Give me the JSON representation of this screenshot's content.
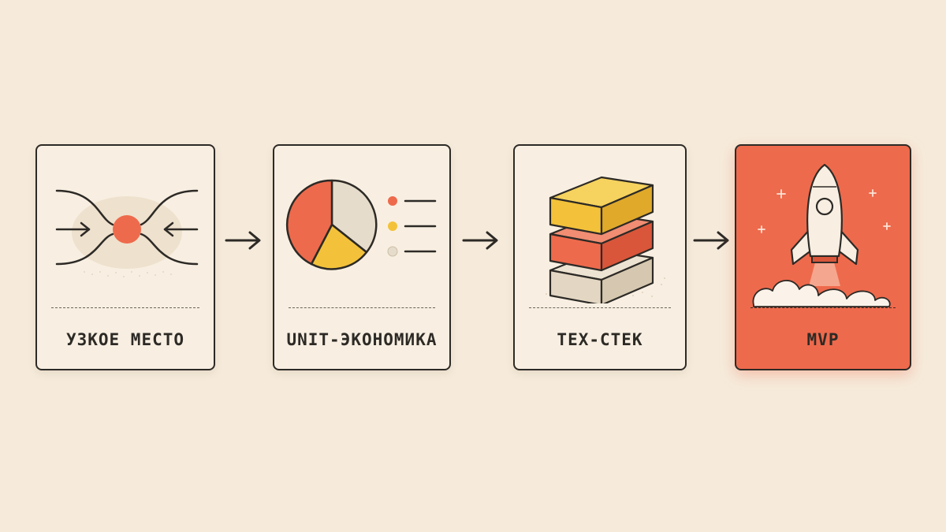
{
  "flow": {
    "steps": [
      {
        "label": "УЗКОЕ МЕСТО",
        "icon": "bottleneck-icon"
      },
      {
        "label": "UNIT-ЭКОНОМИКА",
        "icon": "pie-chart-icon"
      },
      {
        "label": "ТЕХ-СТЕК",
        "icon": "stack-layers-icon"
      },
      {
        "label": "MVP",
        "icon": "rocket-icon"
      }
    ],
    "connector_icon": "arrow-right-icon"
  },
  "colors": {
    "background": "#f6ebdb",
    "card": "#f8efe2",
    "accent_red": "#ee6a4c",
    "accent_yellow": "#f3c23a",
    "neutral": "#e6dccb",
    "ink": "#2d2a26"
  }
}
